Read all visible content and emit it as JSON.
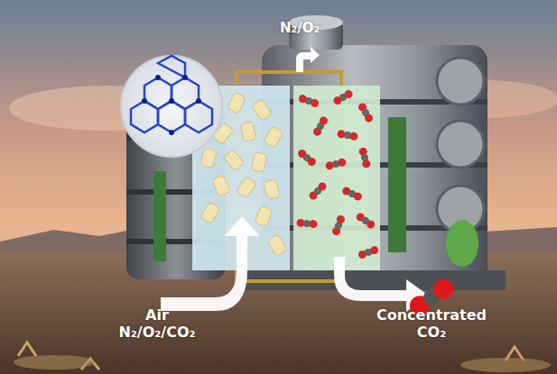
{
  "diagram": {
    "labels": [
      "N₂/O₂",
      "Air N₂/O₂/CO₂",
      "Concentrated CO₂"
    ]
  }
}
